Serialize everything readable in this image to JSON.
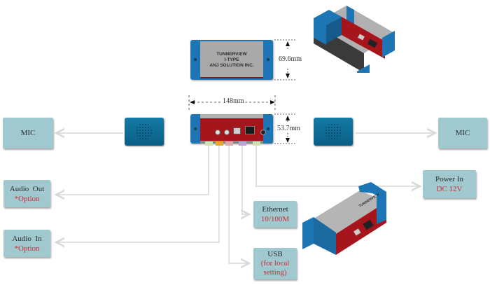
{
  "device": {
    "top_label_lines": [
      "TUNNERVIEW",
      "I-TYPE",
      "ANJ SOLUTION INC."
    ],
    "height_top": "69.6mm",
    "width": "148mm",
    "height_front": "53.7mm"
  },
  "boxes": {
    "mic_left": {
      "title": "MIC"
    },
    "mic_right": {
      "title": "MIC"
    },
    "audio_out": {
      "title": "Audio  Out",
      "sub": "*Option"
    },
    "audio_in": {
      "title": "Audio  In",
      "sub": "*Option"
    },
    "ethernet": {
      "title": "Ethernet",
      "sub": "10/100M"
    },
    "usb": {
      "title": "USB",
      "sub": "(for local setting)"
    },
    "power": {
      "title": "Power In",
      "sub": "DC 12V"
    }
  },
  "colors": {
    "box_fill": "#9fc9cf",
    "sub_text": "#d42a3a",
    "device_blue": "#1d76b3",
    "device_red": "#a5151b",
    "port_green": "#cfe3b0",
    "port_orange": "#f5a623",
    "port_pink": "#e8a3ab",
    "port_purple": "#b9a6d6",
    "line_gray": "#dcdcdc"
  }
}
